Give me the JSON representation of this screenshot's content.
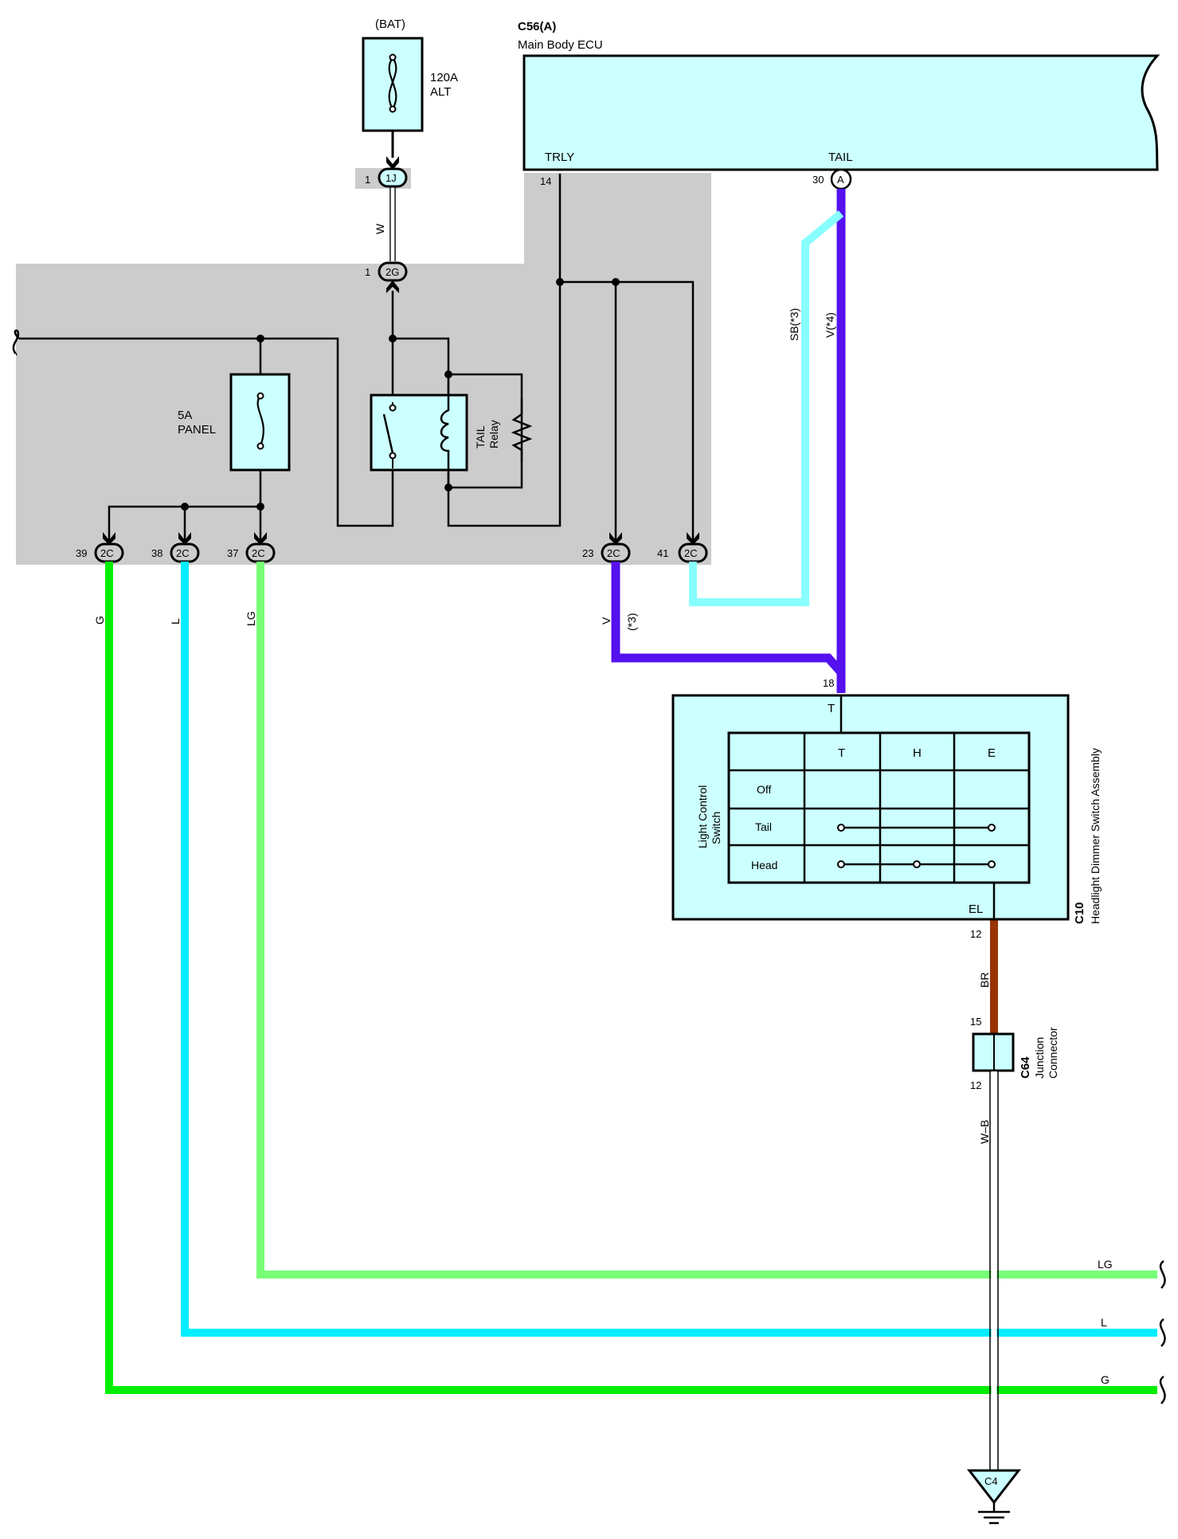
{
  "battery": {
    "label": "(BAT)",
    "fuse_rating": "120A",
    "fuse_name": "ALT"
  },
  "ecu": {
    "id": "C56(A)",
    "name": "Main Body ECU",
    "pin_trly_label": "TRLY",
    "pin_trly_no": "14",
    "pin_tail_label": "TAIL",
    "pin_tail_no": "30",
    "pin_tail_conn": "A"
  },
  "junction_block": {
    "conn_1j_pin": "1",
    "conn_1j": "1J",
    "conn_2g_pin": "1",
    "conn_2g": "2G",
    "panel_fuse_rating": "5A",
    "panel_fuse_name": "PANEL",
    "relay_name_1": "TAIL",
    "relay_name_2": "Relay",
    "bottom_connectors": [
      {
        "pin": "39",
        "conn": "2C"
      },
      {
        "pin": "38",
        "conn": "2C"
      },
      {
        "pin": "37",
        "conn": "2C"
      },
      {
        "pin": "23",
        "conn": "2C"
      },
      {
        "pin": "41",
        "conn": "2C"
      }
    ]
  },
  "wires": {
    "w": "W",
    "g": "G",
    "l": "L",
    "lg": "LG",
    "v": "V",
    "v_note": "(*3)",
    "sb": "SB(*3)",
    "v4": "V(*4)",
    "br": "BR",
    "wb": "W–B",
    "right_lg": "LG",
    "right_l": "L",
    "right_g": "G"
  },
  "switch": {
    "id": "C10",
    "name": "Headlight Dimmer Switch Assembly",
    "pin_t_no": "18",
    "pin_t_label": "T",
    "pin_el_label": "EL",
    "pin_el_no": "12",
    "table_title_1": "Light Control",
    "table_title_2": "Switch",
    "columns": [
      "T",
      "H",
      "E"
    ],
    "rows": [
      "Off",
      "Tail",
      "Head"
    ]
  },
  "junction_connector": {
    "id": "C64",
    "name_1": "Junction",
    "name_2": "Connector",
    "pin_top": "15",
    "pin_bottom": "12"
  },
  "ground": {
    "id": "C4"
  },
  "colors": {
    "jb_gray": "#cccccc",
    "panel_fill": "#ccffff",
    "green": "#00ee00",
    "blue_l": "#00eeff",
    "light_green": "#77ff77",
    "violet": "#5511ee",
    "sky_blue": "#88ffff",
    "brown": "#993300"
  }
}
